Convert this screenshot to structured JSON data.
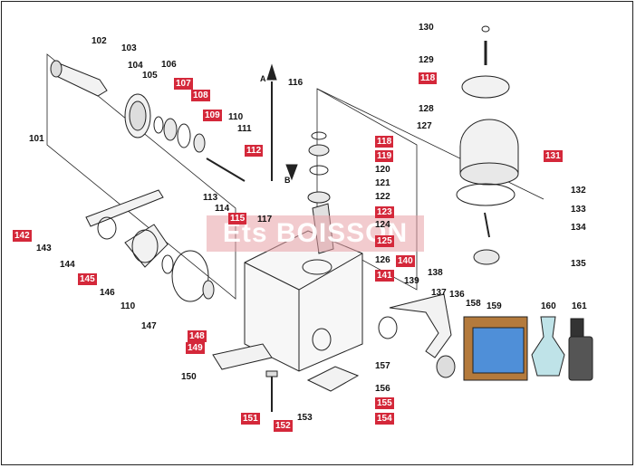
{
  "watermark": "Ets BOISSON",
  "direction_labels": [
    "A",
    "B"
  ],
  "labels": [
    {
      "id": "l101",
      "text": "101",
      "red": false
    },
    {
      "id": "l102",
      "text": "102",
      "red": false
    },
    {
      "id": "l103",
      "text": "103",
      "red": false
    },
    {
      "id": "l104",
      "text": "104",
      "red": false
    },
    {
      "id": "l105",
      "text": "105",
      "red": false
    },
    {
      "id": "l106",
      "text": "106",
      "red": false
    },
    {
      "id": "l107",
      "text": "107",
      "red": true
    },
    {
      "id": "l108",
      "text": "108",
      "red": true
    },
    {
      "id": "l109",
      "text": "109",
      "red": true
    },
    {
      "id": "l110a",
      "text": "110",
      "red": false
    },
    {
      "id": "l111",
      "text": "111",
      "red": false
    },
    {
      "id": "l112",
      "text": "112",
      "red": true
    },
    {
      "id": "l113",
      "text": "113",
      "red": false
    },
    {
      "id": "l114",
      "text": "114",
      "red": false
    },
    {
      "id": "l115",
      "text": "115",
      "red": true
    },
    {
      "id": "l116",
      "text": "116",
      "red": false
    },
    {
      "id": "l117",
      "text": "117",
      "red": false
    },
    {
      "id": "l118a",
      "text": "118",
      "red": true
    },
    {
      "id": "l118b",
      "text": "118",
      "red": true
    },
    {
      "id": "l119",
      "text": "119",
      "red": true
    },
    {
      "id": "l120",
      "text": "120",
      "red": false
    },
    {
      "id": "l121",
      "text": "121",
      "red": false
    },
    {
      "id": "l122",
      "text": "122",
      "red": false
    },
    {
      "id": "l123",
      "text": "123",
      "red": true
    },
    {
      "id": "l124",
      "text": "124",
      "red": false
    },
    {
      "id": "l125",
      "text": "125",
      "red": true
    },
    {
      "id": "l126",
      "text": "126",
      "red": false
    },
    {
      "id": "l127",
      "text": "127",
      "red": false
    },
    {
      "id": "l128",
      "text": "128",
      "red": false
    },
    {
      "id": "l129",
      "text": "129",
      "red": false
    },
    {
      "id": "l130",
      "text": "130",
      "red": false
    },
    {
      "id": "l131",
      "text": "131",
      "red": true
    },
    {
      "id": "l132",
      "text": "132",
      "red": false
    },
    {
      "id": "l133",
      "text": "133",
      "red": false
    },
    {
      "id": "l134",
      "text": "134",
      "red": false
    },
    {
      "id": "l135",
      "text": "135",
      "red": false
    },
    {
      "id": "l136",
      "text": "136",
      "red": false
    },
    {
      "id": "l137",
      "text": "137",
      "red": false
    },
    {
      "id": "l138",
      "text": "138",
      "red": false
    },
    {
      "id": "l139",
      "text": "139",
      "red": false
    },
    {
      "id": "l140",
      "text": "140",
      "red": true
    },
    {
      "id": "l141",
      "text": "141",
      "red": true
    },
    {
      "id": "l142",
      "text": "142",
      "red": true
    },
    {
      "id": "l143",
      "text": "143",
      "red": false
    },
    {
      "id": "l144",
      "text": "144",
      "red": false
    },
    {
      "id": "l145",
      "text": "145",
      "red": true
    },
    {
      "id": "l146",
      "text": "146",
      "red": false
    },
    {
      "id": "l147",
      "text": "147",
      "red": false
    },
    {
      "id": "l148",
      "text": "148",
      "red": true
    },
    {
      "id": "l149",
      "text": "149",
      "red": true
    },
    {
      "id": "l150",
      "text": "150",
      "red": false
    },
    {
      "id": "l151",
      "text": "151",
      "red": true
    },
    {
      "id": "l152",
      "text": "152",
      "red": true
    },
    {
      "id": "l153",
      "text": "153",
      "red": false
    },
    {
      "id": "l154",
      "text": "154",
      "red": true
    },
    {
      "id": "l155",
      "text": "155",
      "red": true
    },
    {
      "id": "l156",
      "text": "156",
      "red": false
    },
    {
      "id": "l157",
      "text": "157",
      "red": false
    },
    {
      "id": "l158",
      "text": "158",
      "red": false
    },
    {
      "id": "l159",
      "text": "159",
      "red": false
    },
    {
      "id": "l160",
      "text": "160",
      "red": false
    },
    {
      "id": "l161",
      "text": "161",
      "red": false
    },
    {
      "id": "l110b",
      "text": "110",
      "red": false
    }
  ],
  "colors": {
    "label_red": "#d4283a",
    "outline": "#222222",
    "fill_light": "#f2f2f2",
    "grease_blue": "#4f8fd8",
    "grease_brown": "#b47a3c"
  }
}
